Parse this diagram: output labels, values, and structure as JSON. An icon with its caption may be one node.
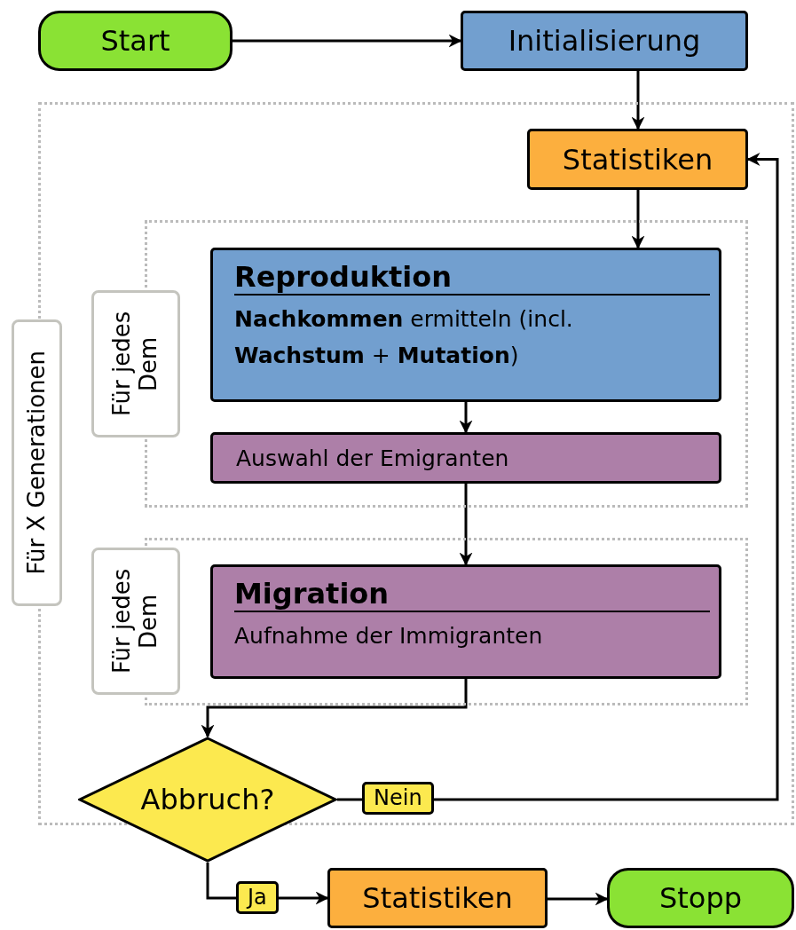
{
  "diagram": {
    "nodes": [
      {
        "text": [
          "Start"
        ]
      },
      {
        "text": [
          "Initialisierung"
        ]
      },
      {
        "text": [
          "Für X Generationen"
        ]
      },
      {
        "text": [
          "Statistiken"
        ],
        "in": 2
      },
      {
        "text": [
          "Für jedes Dem"
        ],
        "in": 2
      },
      {
        "text": [
          "Reproduktion",
          "**Nachkommen** ermitteln (incl. **Wachstum** + **Mutation**)"
        ],
        "in": 4
      },
      {
        "text": [
          "Auswahl der Emigranten"
        ],
        "in": 4
      },
      {
        "text": [
          "Für jedes Dem"
        ],
        "in": 2
      },
      {
        "text": [
          "Migration",
          "Aufnahme der Immigranten"
        ],
        "in": 7
      },
      {
        "text": [
          "Abbruch?"
        ]
      },
      {
        "text": [
          "Statistiken"
        ]
      },
      {
        "text": [
          "Stopp"
        ]
      }
    ],
    "edges": [
      {
        "from": 0,
        "to": 1,
        "arrow": "to"
      },
      {
        "from": 1,
        "to": 3,
        "arrow": "to"
      },
      {
        "from": 3,
        "to": 5,
        "arrow": "to"
      },
      {
        "from": 5,
        "to": 6,
        "arrow": "to"
      },
      {
        "from": 6,
        "to": 8,
        "arrow": "to"
      },
      {
        "from": 8,
        "to": 9,
        "arrow": "to"
      },
      {
        "from": 9,
        "to": 3,
        "arrow": "to",
        "label": "Nein"
      },
      {
        "from": 9,
        "to": 10,
        "arrow": "to",
        "label": "Ja"
      },
      {
        "from": 10,
        "to": 11,
        "arrow": "to"
      }
    ]
  }
}
